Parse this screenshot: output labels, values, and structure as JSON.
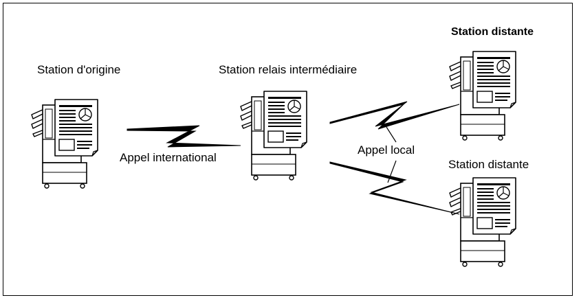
{
  "labels": {
    "origin": "Station d'origine",
    "relay": "Station relais intermédiaire",
    "remote_top": "Station distante",
    "remote_bottom": "Station distante",
    "international_call": "Appel international",
    "local_call": "Appel local"
  },
  "icons": {
    "machine": "fax-machine-icon",
    "link": "lightning-link-icon"
  },
  "colors": {
    "line": "#000000",
    "paper": "#ffffff",
    "text_block": "#000000"
  }
}
